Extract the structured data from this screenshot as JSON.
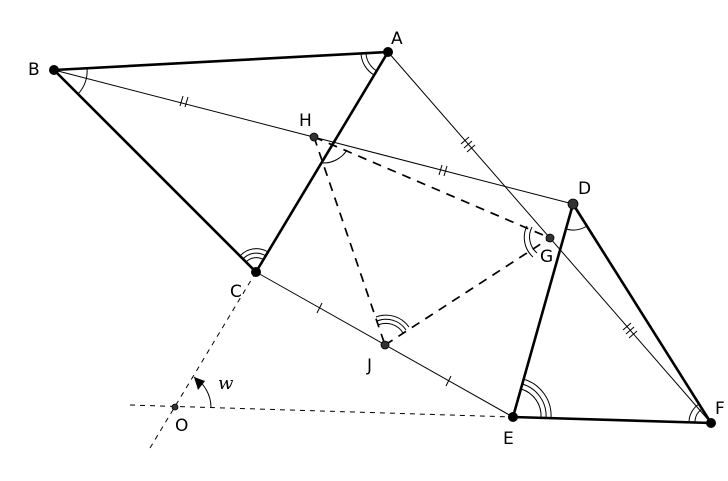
{
  "figure": {
    "labels": {
      "A": "A",
      "B": "B",
      "C": "C",
      "D": "D",
      "E": "E",
      "F": "F",
      "G": "G",
      "H": "H",
      "J": "J",
      "O": "O",
      "w": "w"
    }
  }
}
